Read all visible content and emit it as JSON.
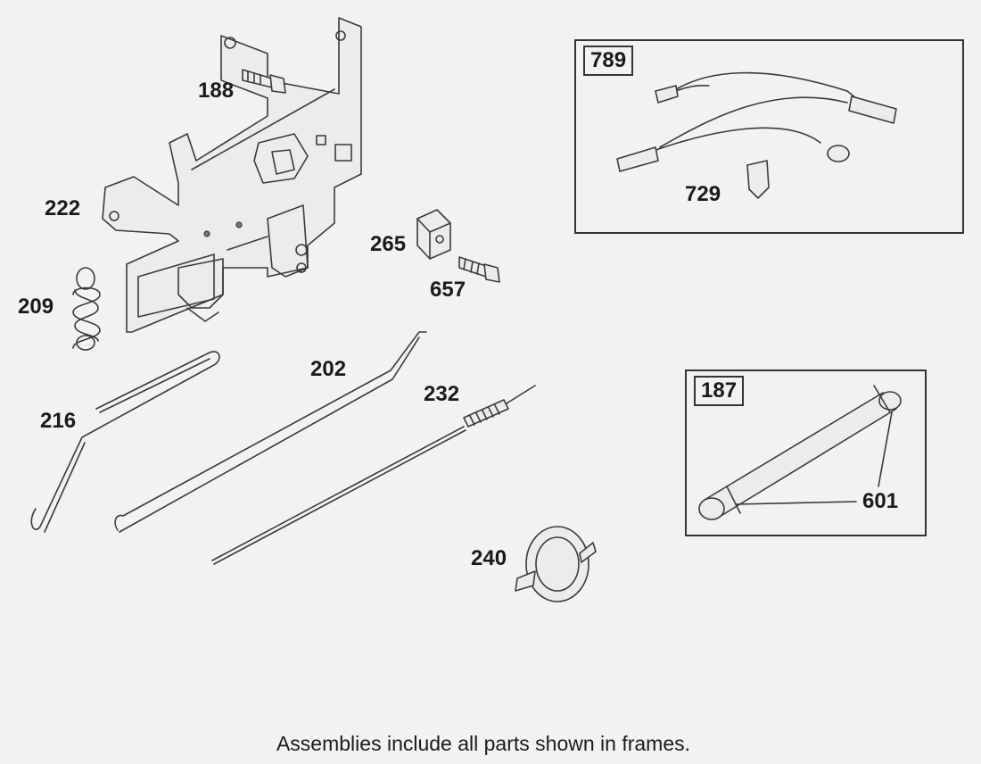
{
  "parts": {
    "p188": "188",
    "p222": "222",
    "p209": "209",
    "p265": "265",
    "p657": "657",
    "p202": "202",
    "p232": "232",
    "p216": "216",
    "p240": "240",
    "p729": "729",
    "p601": "601"
  },
  "frames": {
    "wiring_harness": {
      "tag": "789"
    },
    "fuel_line": {
      "tag": "187"
    }
  },
  "caption": "Assemblies include all parts shown in frames."
}
